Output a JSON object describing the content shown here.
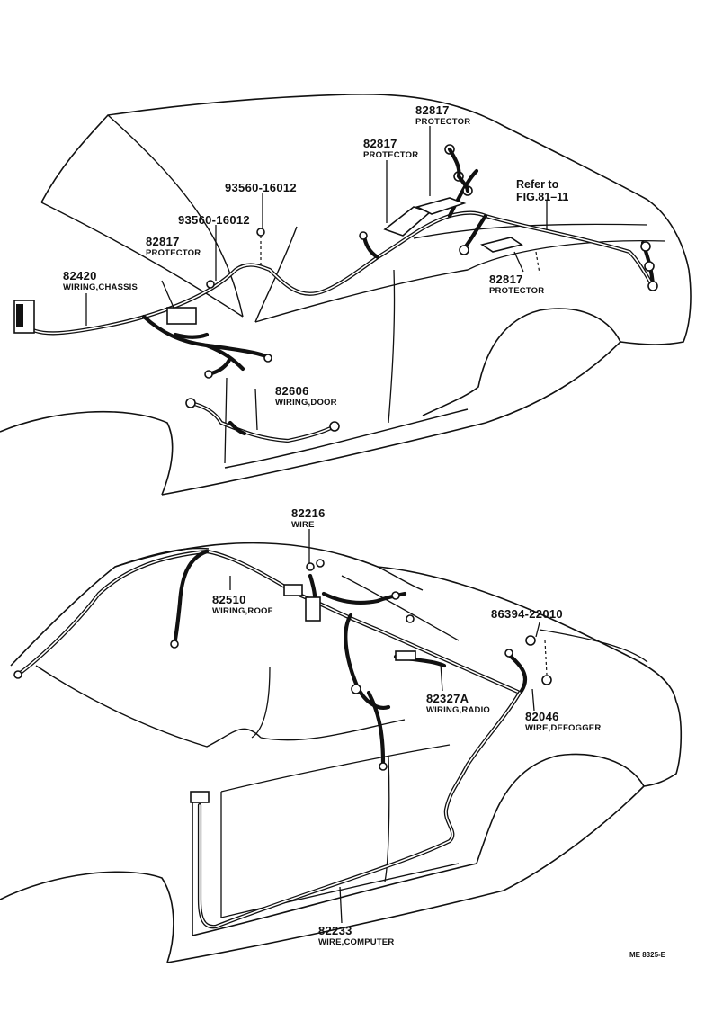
{
  "top_view": {
    "callouts": [
      {
        "part_no": "82817",
        "name": "PROTECTOR",
        "id": "protector-upper"
      },
      {
        "part_no": "82817",
        "name": "PROTECTOR",
        "id": "protector-middle"
      },
      {
        "part_no": "93560-16012",
        "name": "",
        "id": "clip-93560-a"
      },
      {
        "part_no": "93560-16012",
        "name": "",
        "id": "clip-93560-b"
      },
      {
        "part_no": "82817",
        "name": "PROTECTOR",
        "id": "protector-left"
      },
      {
        "part_no": "82420",
        "name": "WIRING,CHASSIS",
        "id": "wiring-chassis"
      },
      {
        "part_no": "82817",
        "name": "PROTECTOR",
        "id": "protector-right"
      },
      {
        "part_no": "82606",
        "name": "WIRING,DOOR",
        "id": "wiring-door"
      }
    ],
    "reference": {
      "line1": "Refer to",
      "line2": "FIG.81–11"
    }
  },
  "bottom_view": {
    "callouts": [
      {
        "part_no": "82216",
        "name": "WIRE",
        "id": "wire-82216"
      },
      {
        "part_no": "82510",
        "name": "WIRING,ROOF",
        "id": "wiring-roof"
      },
      {
        "part_no": "86394-22010",
        "name": "",
        "id": "part-86394"
      },
      {
        "part_no": "82327A",
        "name": "WIRING,RADIO",
        "id": "wiring-radio"
      },
      {
        "part_no": "82046",
        "name": "WIRE,DEFOGGER",
        "id": "wire-defogger"
      },
      {
        "part_no": "82233",
        "name": "WIRE,COMPUTER",
        "id": "wire-computer"
      }
    ]
  },
  "figure_code": "ME  8325-E",
  "colors": {
    "ink": "#111111",
    "paper": "#ffffff"
  }
}
